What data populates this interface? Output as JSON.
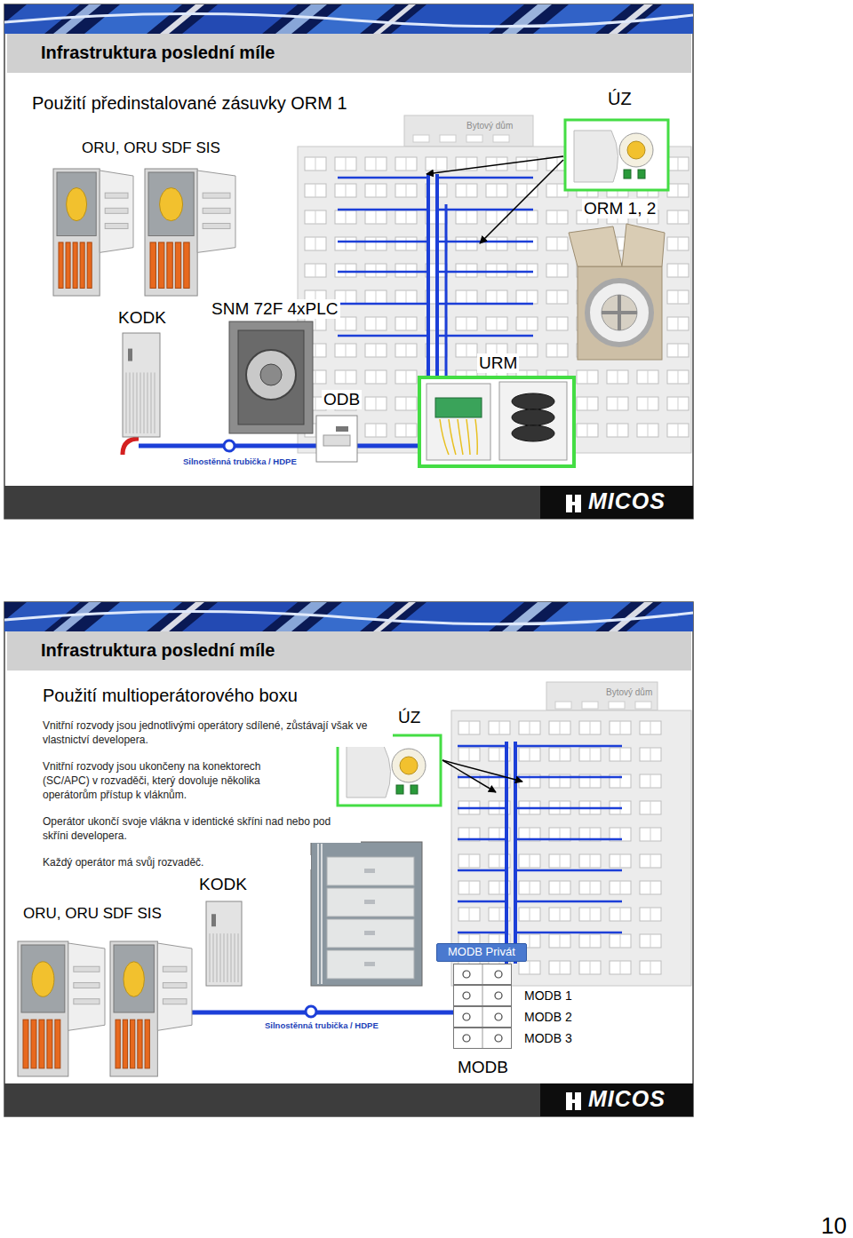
{
  "diagram": {
    "nodes": [
      {
        "text": [
          "Infrastruktura poslední míle"
        ]
      },
      {
        "text": [
          "Infrastruktura poslední míle"
        ]
      },
      {
        "text": [
          "MODB"
        ]
      },
      {
        "text": [
          "MODB Privát"
        ],
        "in": 2
      },
      {
        "text": [
          "MODB 1"
        ],
        "in": 2
      },
      {
        "text": [
          "MODB 2"
        ],
        "in": 2
      },
      {
        "text": [
          "MODB 3"
        ],
        "in": 2
      }
    ],
    "labels": [
      "Použití předinstalované zásuvky ORM 1",
      "ÚZ",
      "ORU, ORU SDF SIS",
      "Bytový dům",
      "ORM 1, 2",
      "KODK",
      "SNM 72F 4xPLC",
      "URM",
      "ODB",
      "Silnostěnná trubička / HDPE",
      "MICOS",
      "Použití multioperátorového boxu",
      "Vnitřní rozvody jsou jednotlivými operátory sdílené, zůstávají však ve vlastnictví developera.",
      "Vnitřní rozvody jsou ukončeny na konektorech (SC/APC) v rozvaděči, který dovoluje několika operátorům přístup k vláknům.",
      "Operátor ukončí svoje vlákna v identické skříni nad nebo pod skříni developera.",
      "Každý operátor má svůj rozvaděč.",
      "ÚZ",
      "Bytový dům",
      "KODK",
      "ORU, ORU SDF SIS",
      "Silnostěnná trubička / HDPE",
      "MICOS",
      "10"
    ]
  }
}
